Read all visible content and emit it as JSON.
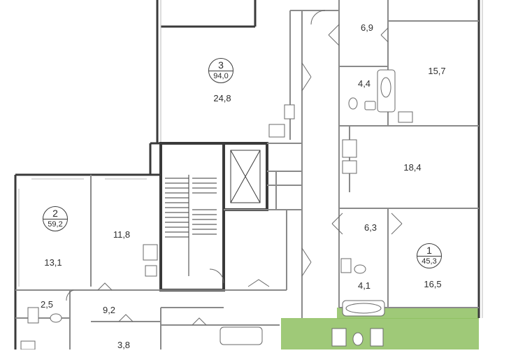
{
  "apartments": [
    {
      "number": "3",
      "area": "94,0"
    },
    {
      "number": "2",
      "area": "59,2"
    },
    {
      "number": "1",
      "area": "45,3"
    }
  ],
  "rooms": [
    {
      "label": "6,9"
    },
    {
      "label": "4,4"
    },
    {
      "label": "15,7"
    },
    {
      "label": "24,8"
    },
    {
      "label": "18,4"
    },
    {
      "label": "11,8"
    },
    {
      "label": "13,1"
    },
    {
      "label": "6,3"
    },
    {
      "label": "4,1"
    },
    {
      "label": "16,5"
    },
    {
      "label": "2,5"
    },
    {
      "label": "9,2"
    },
    {
      "label": "3,8"
    }
  ],
  "colors": {
    "wall": "#3a3a3a",
    "partition": "#8a8a8a",
    "window": "#b9b9b9",
    "highlight": "#8ec060",
    "highlight_stroke": "#6fa845"
  }
}
